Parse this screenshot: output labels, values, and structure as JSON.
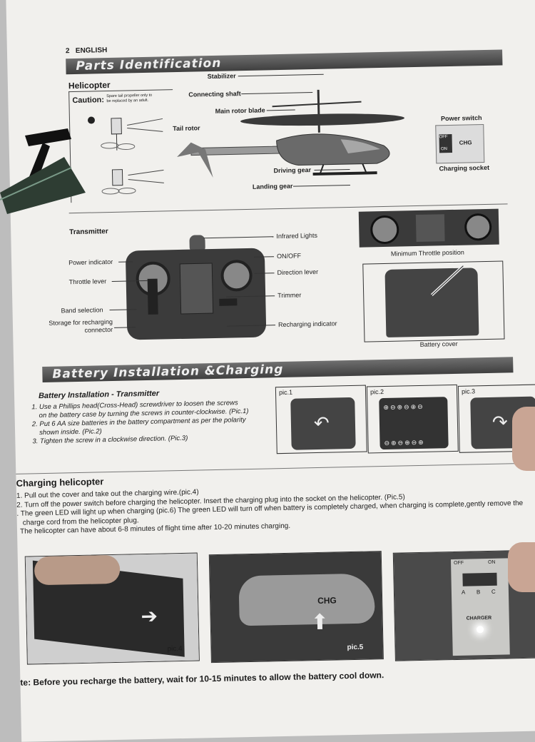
{
  "header": {
    "page_number": "2",
    "language": "ENGLISH"
  },
  "parts": {
    "title": "Parts Identification",
    "helicopter_heading": "Helicopter",
    "caution_label": "Caution:",
    "caution_text": "Spare tail propeller only to be replaced by an adult.",
    "callouts": {
      "stabilizer": "Stabilizer",
      "connecting_shaft": "Connecting shaft",
      "main_rotor_blade": "Main rotor blade",
      "tail_rotor": "Tail rotor",
      "driving_gear": "Driving gear",
      "landing_gear": "Landing gear",
      "power_switch": "Power switch",
      "charging_socket": "Charging socket",
      "switch_off": "OFF",
      "switch_on": "ON",
      "chg": "CHG"
    }
  },
  "transmitter": {
    "heading": "Transmitter",
    "callouts": {
      "infrared_lights": "Infrared Lights",
      "power_indicator": "Power indicator",
      "on_off": "ON/OFF",
      "direction_lever": "Direction lever",
      "throttle_lever": "Throttle lever",
      "trimmer": "Trimmer",
      "band_selection": "Band selection",
      "storage": "Storage for recharging connector",
      "recharging_indicator": "Recharging indicator",
      "minimum_throttle": "Minimum Throttle position",
      "battery_cover": "Battery cover"
    }
  },
  "battery": {
    "title": "Battery Installation &Charging",
    "subheading": "Battery Installation - Transmitter",
    "steps": [
      "1. Use a Phillips head(Cross-Head) screwdriver to loosen the screws",
      "on the battery case by turning the screws in counter-clockwise. (Pic.1)",
      "2. Put 6 AA size batteries in the battery compartment as per the polarity",
      "shown inside. (Pic.2)",
      "3. Tighten the screw in a clockwise direction. (Pic.3)"
    ],
    "pics": [
      "pic.1",
      "pic.2",
      "pic.3"
    ]
  },
  "charging": {
    "heading": "Charging helicopter",
    "steps": [
      "1. Pull out the cover and take out the charging wire.(pic.4)",
      "2. Turn off the power switch before charging the helicopter. Insert the charging plug into the socket on the helicopter. (Pic.5)",
      ". The green LED will light up when charging (pic.6) The green LED will turn off when battery is completely charged, when charging is complete,gently remove the",
      "charge cord from the helicopter plug.",
      "The helicopter can have about 6-8 minutes of flight time after 10-20 minutes charging."
    ],
    "pics": [
      "pic.4",
      "pic.5"
    ],
    "charger_labels": {
      "off": "OFF",
      "on": "ON",
      "a": "A",
      "b": "B",
      "c": "C",
      "charger": "CHARGER"
    },
    "chg": "CHG",
    "note": "te: Before you recharge the battery, wait for 10-15 minutes to allow the battery cool down."
  }
}
